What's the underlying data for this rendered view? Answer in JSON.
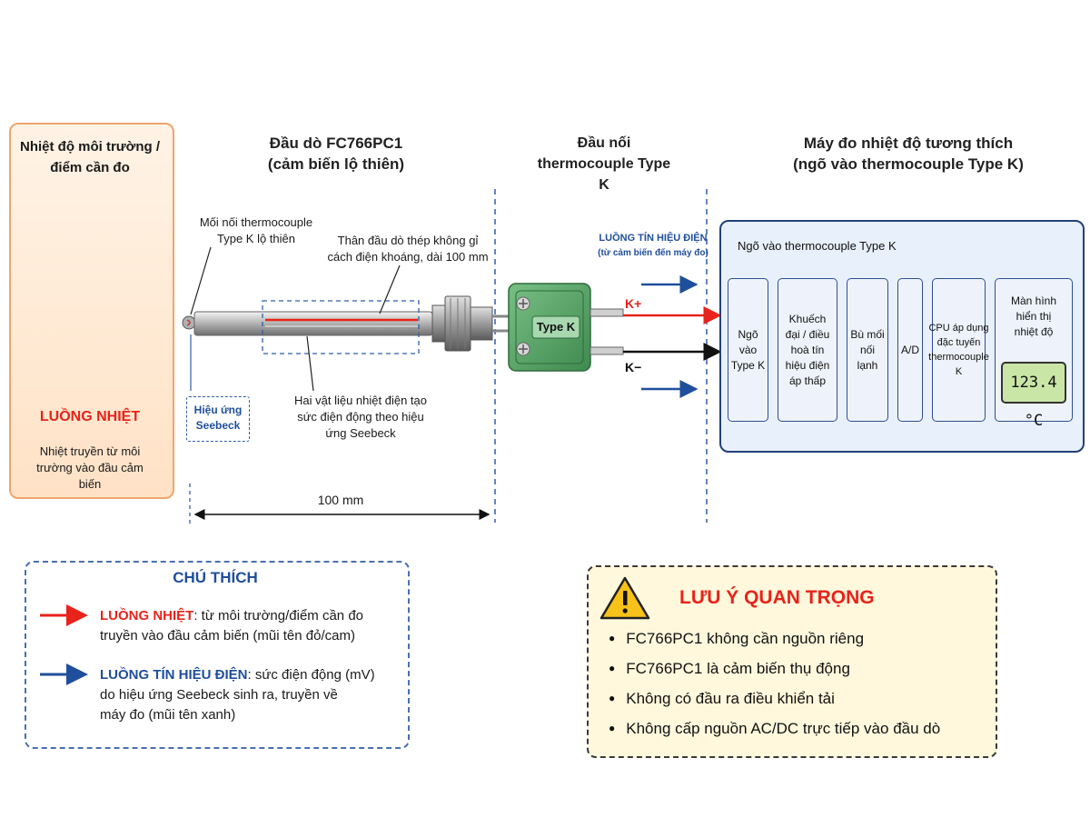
{
  "heat_section": {
    "title": "Nhiệt độ môi trường / điểm cần đo",
    "flow_label": "LUỒNG NHIỆT",
    "description": "Nhiệt truyền từ môi trường vào đầu cảm biến"
  },
  "probe": {
    "title": "Đầu dò FC766PC1",
    "subtitle": "(cảm biến lộ thiên)",
    "junction_label": "Mối nối thermocouple Type K lộ thiên",
    "sheath_label": "Thân đầu dò thép không gỉ cách điện khoáng, dài 100 mm",
    "materials_label": "Hai vật liệu nhiệt điện tạo sức điện động theo hiệu ứng Seebeck",
    "seebeck_label": "Hiệu ứng Seebeck",
    "dimension_label": "100 mm"
  },
  "connector": {
    "title": "Đầu nối thermocouple Type K",
    "plug_label": "Type K",
    "signal_flow_label": "LUỒNG TÍN HIỆU ĐIỆN",
    "signal_flow_sub": "(từ cảm biến đến máy đo)",
    "k_plus": "K+",
    "k_minus": "K−"
  },
  "meter": {
    "title": "Máy đo nhiệt độ tương thích",
    "subtitle": "(ngõ vào thermocouple Type K)",
    "box_label": "Ngõ vào thermocouple Type K",
    "blocks": [
      "Ngõ vào Type K",
      "Khuếch đại / điều hoà tín hiệu điện áp thấp",
      "Bù mối nối lạnh",
      "A/D",
      "CPU áp dụng đặc tuyến thermocouple K",
      "Màn hình hiển thị nhiệt độ"
    ],
    "display_value": "123.4 °C"
  },
  "legend": {
    "title": "CHÚ THÍCH",
    "heat_term": "LUỒNG NHIỆT",
    "heat_desc_1": ": từ môi trường/điểm cần đo",
    "heat_desc_2": "truyền vào đầu cảm biến (mũi tên đỏ/cam)",
    "signal_term": "LUỒNG TÍN HIỆU ĐIỆN",
    "signal_desc_1": ": sức điện động (mV)",
    "signal_desc_2": "do hiệu ứng Seebeck sinh ra, truyền về",
    "signal_desc_3": "máy đo (mũi tên xanh)"
  },
  "notes": {
    "title": "LƯU Ý QUAN TRỌNG",
    "items": [
      "FC766PC1 không cần nguồn riêng",
      "FC766PC1 là cảm biến thụ động",
      "Không có đầu ra điều khiển tải",
      "Không cấp nguồn AC/DC trực tiếp vào đầu dò"
    ]
  },
  "colors": {
    "heat": "#e8231b",
    "signal": "#1f4e9c",
    "connector_green": "#5aa46a",
    "meter_border": "#23407a"
  }
}
